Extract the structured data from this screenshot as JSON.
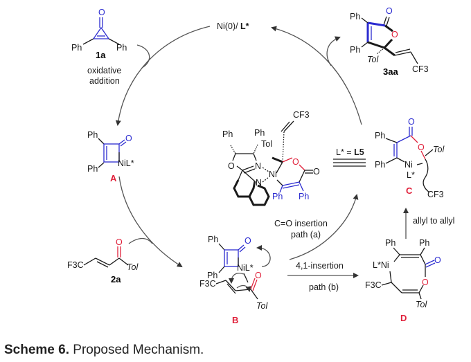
{
  "catalyst": {
    "label": "Ni(0)/ ",
    "ligand": "L*"
  },
  "compound_1a": {
    "label": "1a",
    "ph_left": "Ph",
    "ph_right": "Ph",
    "oxygen": "O"
  },
  "step_oxidative": {
    "line1": "oxidative",
    "line2": "addition"
  },
  "intermediate_A": {
    "label": "A",
    "ph_top": "Ph",
    "ph_bottom": "Ph",
    "metal": "NiL*",
    "oxygen": "O"
  },
  "compound_2a": {
    "label": "2a",
    "cf3": "F3C",
    "oxygen": "O",
    "tol": "Tol"
  },
  "intermediate_B": {
    "label": "B",
    "ph_top": "Ph",
    "ph_bottom": "Ph",
    "metal": "NiL*",
    "oxygen_blue": "O",
    "oxygen_red": "O",
    "cf3": "F3C",
    "tol": "Tol"
  },
  "path_a": {
    "line1": "C=O insertion",
    "line2": "path (a)"
  },
  "path_b": {
    "line1": "4,1-insertion",
    "line2": "path (b)"
  },
  "intermediate_D": {
    "label": "D",
    "ph_left": "Ph",
    "ph_right": "Ph",
    "metal": "L*Ni",
    "cf3": "F3C",
    "oxygen_blue": "O",
    "oxygen_red": "O",
    "tol": "Tol"
  },
  "step_allyl": {
    "label": "allyl to allyl"
  },
  "intermediate_C": {
    "label": "C",
    "ph_top": "Ph",
    "ph_bottom": "Ph",
    "metal": "Ni",
    "ligand": "L*",
    "oxygen_blue": "O",
    "oxygen_red": "O",
    "tol": "Tol",
    "cf3": "CF3"
  },
  "ligand_def": {
    "prefix": "L* = ",
    "name": "L5"
  },
  "ligand_complex": {
    "ph1": "Ph",
    "ph2": "Ph",
    "tol": "Tol",
    "cf3": "CF3",
    "n1": "N",
    "n2": "N",
    "ni": "Ni",
    "o_ring": "O",
    "o_red": "O",
    "o_carbonyl": "O",
    "ph3": "Ph",
    "ph4": "Ph"
  },
  "product_3aa": {
    "label": "3aa",
    "ph_top": "Ph",
    "ph_bottom": "Ph",
    "oxygen_blue": "O",
    "oxygen_red": "O",
    "tol": "Tol",
    "cf3": "CF3"
  },
  "caption": {
    "bold": "Scheme 6.",
    "text": " Proposed Mechanism."
  },
  "colors": {
    "blue": "#2b2bd0",
    "red": "#e0203a",
    "text": "#1a1a1a"
  }
}
